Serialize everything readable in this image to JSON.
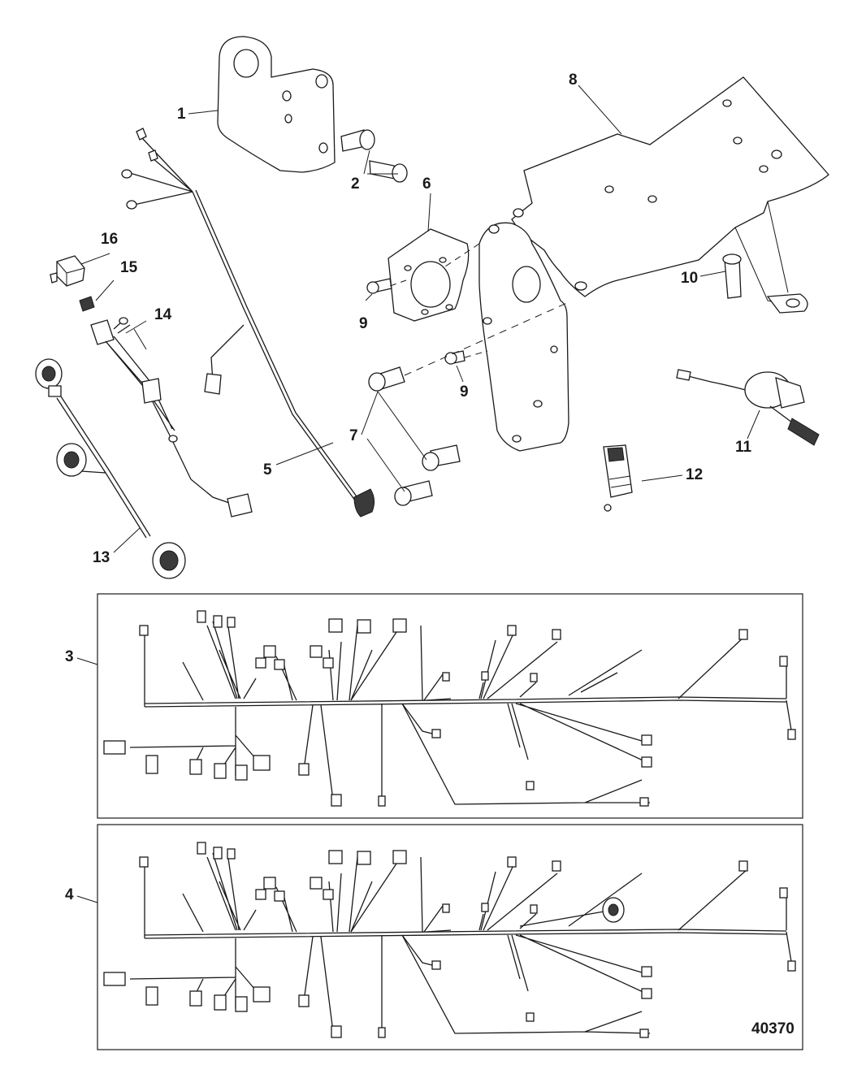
{
  "callouts": {
    "c1": "1",
    "c2": "2",
    "c3": "3",
    "c4": "4",
    "c5": "5",
    "c6": "6",
    "c7": "7",
    "c8": "8",
    "c9a": "9",
    "c9b": "9",
    "c10": "10",
    "c11": "11",
    "c12": "12",
    "c13": "13",
    "c14": "14",
    "c15": "15",
    "c16": "16"
  },
  "figure_number": "40370",
  "icons": [
    "bracket",
    "bolt",
    "wire-harness",
    "connector",
    "fuse",
    "sensor",
    "relay"
  ]
}
